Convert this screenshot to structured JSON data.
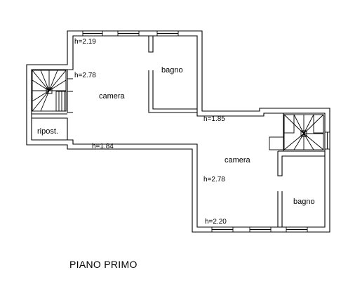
{
  "floor_title": "PIANO PRIMO",
  "rooms": {
    "camera_1": "camera",
    "bagno_1": "bagno",
    "ripostiglio": "ripost.",
    "camera_2": "camera",
    "bagno_2": "bagno"
  },
  "heights": {
    "h1": "h=2.19",
    "h2": "h=2.78",
    "h3": "h=1.85",
    "h4": "h=1.84",
    "h5": "h=2.78",
    "h6": "h=2.20"
  }
}
